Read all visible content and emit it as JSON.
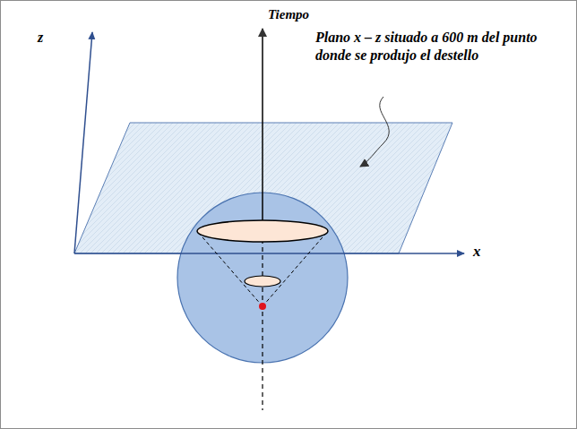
{
  "diagram": {
    "labels": [
      "Tiempo",
      "z",
      "x",
      "Plano x – z situado a 600 m del punto donde se produjo el destello"
    ]
  }
}
